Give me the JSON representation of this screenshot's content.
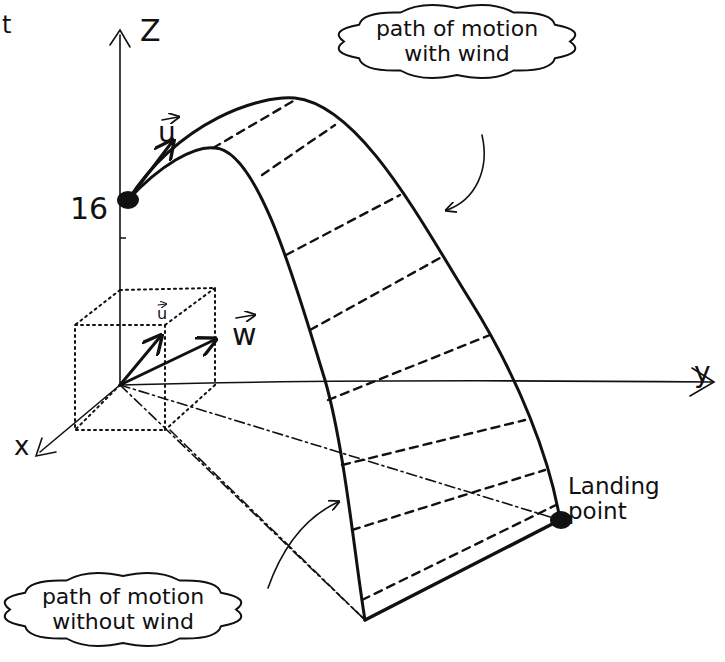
{
  "diagram": {
    "nodes": [
      {
        "text": [
          "path of motion with wind"
        ]
      },
      {
        "text": [
          "path of motion without wind"
        ]
      }
    ],
    "labels": [
      "t",
      "Z",
      "u",
      "16",
      "u",
      "w",
      "x",
      "y",
      "Landing point"
    ]
  }
}
